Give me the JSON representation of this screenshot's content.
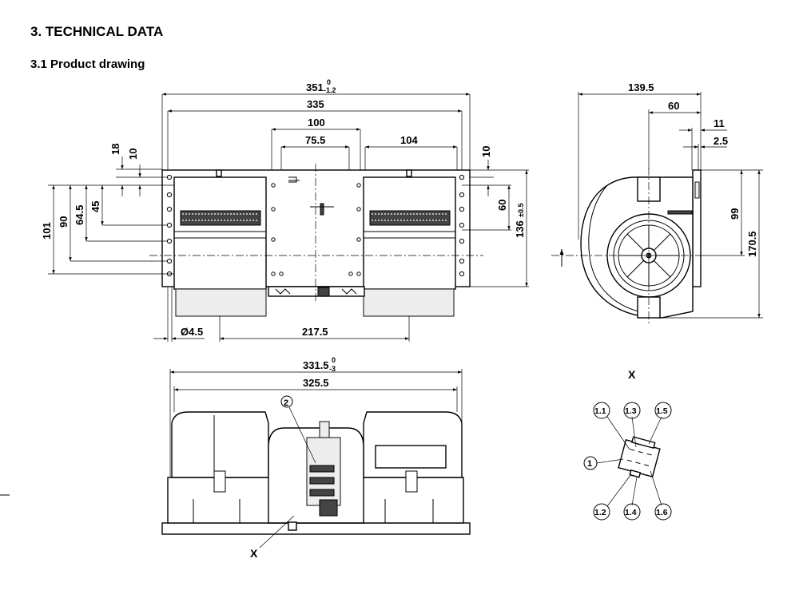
{
  "header": {
    "section_title": "3. TECHNICAL DATA",
    "subsection_title": "3.1 Product drawing"
  },
  "front_view": {
    "dimensions": {
      "overall_width": "351",
      "overall_width_tol_upper": "0",
      "overall_width_tol_lower": "-1.2",
      "mount_span": "335",
      "center_span": "100",
      "inner_span": "75.5",
      "right_span": "104",
      "top_18": "18",
      "top_10_left": "10",
      "top_10_right": "10",
      "height_101": "101",
      "height_90": "90",
      "height_64_5": "64.5",
      "height_45": "45",
      "height_60": "60",
      "height_136": "136",
      "height_136_tol": "±0.5",
      "hole_diameter": "Ø4.5",
      "wheel_spacing": "217.5"
    }
  },
  "side_view": {
    "dimensions": {
      "depth": "139.5",
      "depth_60": "60",
      "depth_11": "11",
      "depth_2_5": "2.5",
      "height_99": "99",
      "height_170_5": "170.5"
    }
  },
  "bottom_view": {
    "dimensions": {
      "width": "331.5",
      "width_tol_upper": "0",
      "width_tol_lower": "-3",
      "inner_width": "325.5"
    },
    "callout_motor": "2",
    "detail_marker": "X"
  },
  "connector_detail": {
    "title": "X",
    "callout_connector": "1",
    "pins": [
      "1.1",
      "1.3",
      "1.5",
      "1.2",
      "1.4",
      "1.6"
    ]
  }
}
